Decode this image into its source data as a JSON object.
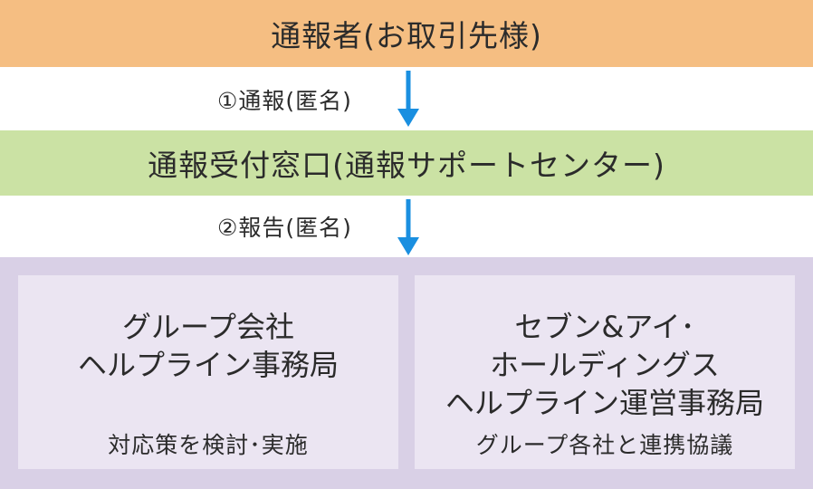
{
  "reporter": {
    "label": "通報者(お取引先様)"
  },
  "step1": {
    "label": "①通報(匿名)"
  },
  "desk": {
    "label": "通報受付窓口(通報サポートセンター)"
  },
  "step2": {
    "label": "②報告(匿名)"
  },
  "left_box": {
    "title_lines": [
      "グループ会社",
      "ヘルプライン事務局"
    ],
    "note": "対応策を検討･実施"
  },
  "right_box": {
    "title_lines": [
      "セブン&アイ･",
      "ホールディングス",
      "ヘルプライン運営事務局"
    ],
    "note": "グループ各社と連携協議"
  },
  "colors": {
    "reporter_band": "#f5be82",
    "desk_band": "#cbe2a4",
    "arrow": "#1a8fe0",
    "bottom_panel": "#d9d0e6",
    "inner_box": "#ebe5f2"
  },
  "icons": {
    "flow_arrow": "arrow-down-icon"
  }
}
